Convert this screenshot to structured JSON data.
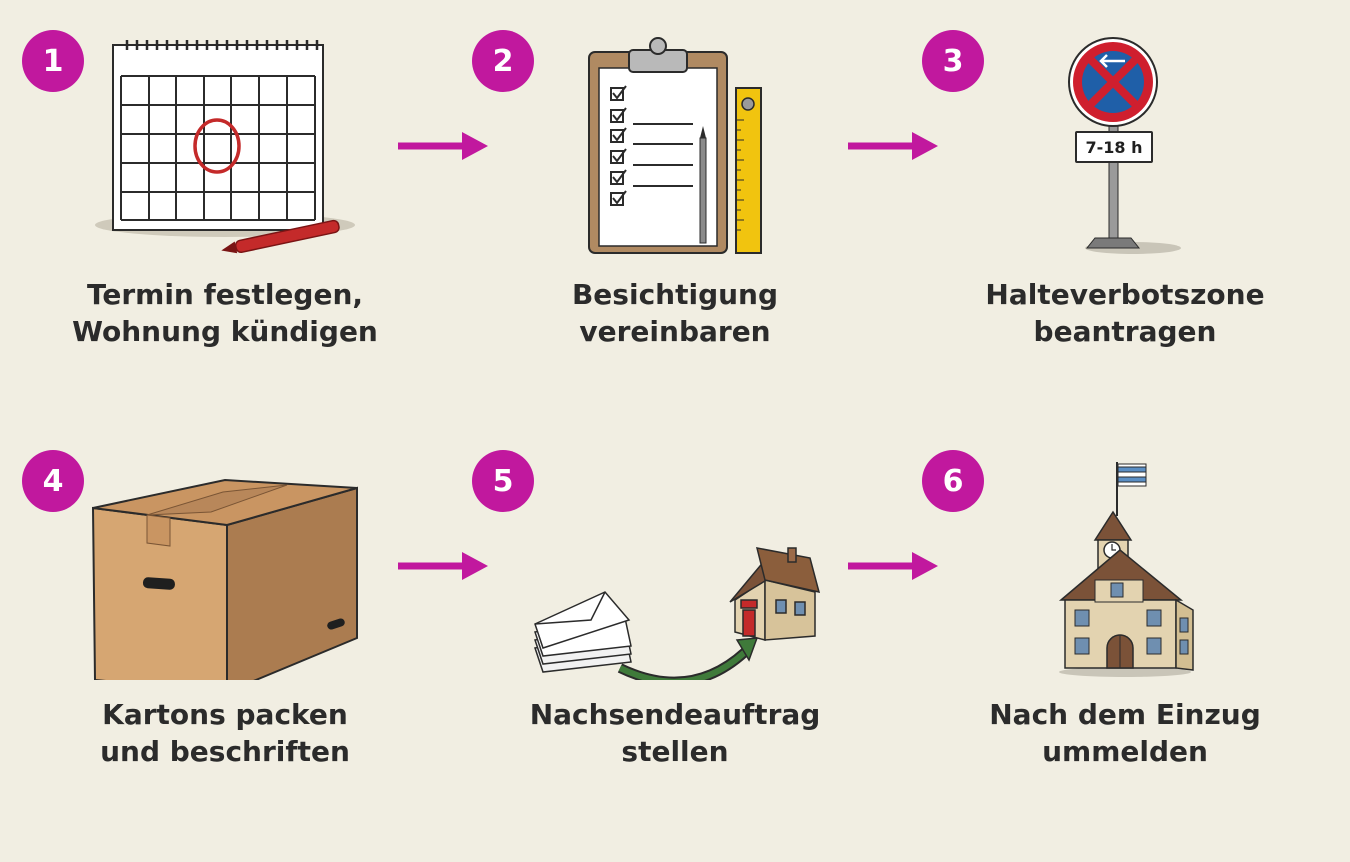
{
  "accent_color": "#c1189e",
  "steps": [
    {
      "number": "1",
      "line1": "Termin festlegen,",
      "line2": "Wohnung kündigen",
      "icon": "calendar-icon"
    },
    {
      "number": "2",
      "line1": "Besichtigung",
      "line2": "vereinbaren",
      "icon": "clipboard-checklist-icon"
    },
    {
      "number": "3",
      "line1": "Halteverbotszone",
      "line2": "beantragen",
      "icon": "no-parking-sign-icon",
      "sign_text": "7-18 h"
    },
    {
      "number": "4",
      "line1": "Kartons packen",
      "line2": "und beschriften",
      "icon": "cardboard-box-icon"
    },
    {
      "number": "5",
      "line1": "Nachsendeauftrag",
      "line2": "stellen",
      "icon": "mail-forwarding-icon"
    },
    {
      "number": "6",
      "line1": "Nach dem Einzug",
      "line2": "ummelden",
      "icon": "town-hall-icon"
    }
  ]
}
